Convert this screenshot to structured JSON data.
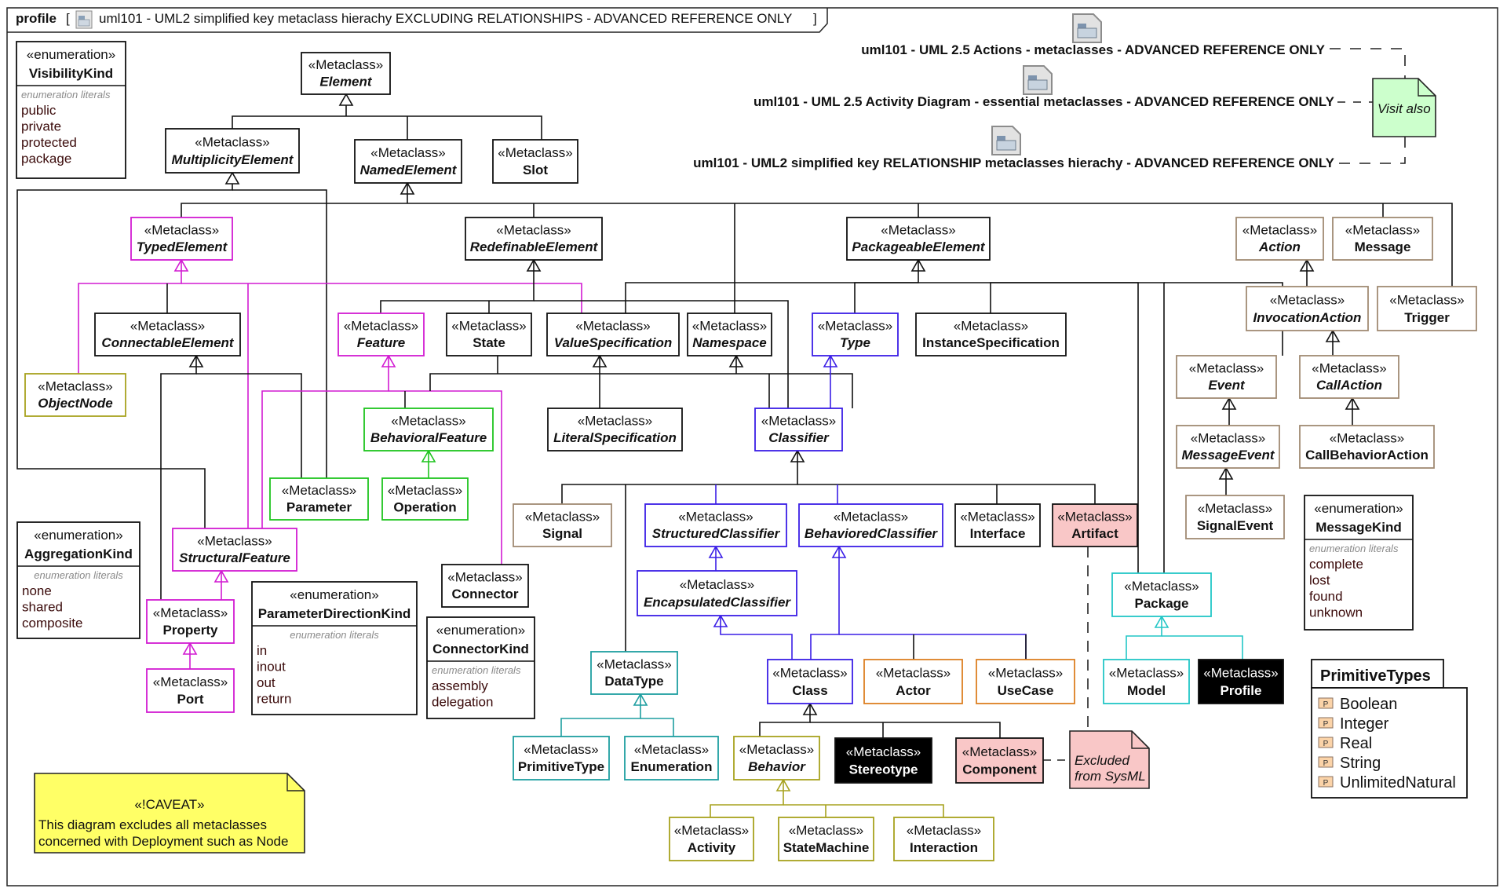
{
  "frame": {
    "kind": "profile",
    "title": "uml101 - UML2 simplified key metaclass hierachy EXCLUDING RELATIONSHIPS - ADVANCED REFERENCE ONLY"
  },
  "colors": {
    "black": "#111111",
    "magenta": "#d21bd2",
    "blue": "#3a1ee6",
    "green": "#1ec41e",
    "cyan": "#22c6c6",
    "teal": "#1e9ea0",
    "olive": "#a7a21e",
    "brown": "#a08a73",
    "orange": "#dc7f22",
    "pink_fill": "#f9c7c7",
    "note_yellow": "#ffff66",
    "note_green": "#ccffcc"
  },
  "diagram_links": [
    {
      "icon": "diagram-link-icon",
      "label": "uml101 - UML 2.5 Actions - metaclasses - ADVANCED REFERENCE ONLY"
    },
    {
      "icon": "diagram-link-icon",
      "label": "uml101 - UML 2.5 Activity Diagram - essential metaclasses - ADVANCED REFERENCE ONLY"
    },
    {
      "icon": "diagram-link-icon",
      "label": "uml101 - UML2 simplified key RELATIONSHIP metaclasses hierachy - ADVANCED REFERENCE ONLY"
    }
  ],
  "notes": {
    "visit_also": "Visit also",
    "excluded": [
      "Excluded",
      "from SysML"
    ],
    "caveat": {
      "stereotype": "«!CAVEAT»",
      "lines": [
        "This diagram excludes all metaclasses",
        "concerned with Deployment such as Node"
      ]
    }
  },
  "stereotypes": {
    "metaclass": "«Metaclass»",
    "enumeration": "«enumeration»",
    "literals_header": "enumeration literals"
  },
  "metaclasses": [
    {
      "id": "Element",
      "abstract": true,
      "color": "black"
    },
    {
      "id": "MultiplicityElement",
      "abstract": true,
      "color": "black"
    },
    {
      "id": "NamedElement",
      "abstract": true,
      "color": "black"
    },
    {
      "id": "Slot",
      "abstract": false,
      "color": "black"
    },
    {
      "id": "TypedElement",
      "abstract": true,
      "color": "magenta"
    },
    {
      "id": "RedefinableElement",
      "abstract": true,
      "color": "black"
    },
    {
      "id": "PackageableElement",
      "abstract": true,
      "color": "black"
    },
    {
      "id": "Action",
      "abstract": true,
      "color": "brown"
    },
    {
      "id": "Message",
      "abstract": false,
      "color": "brown"
    },
    {
      "id": "ConnectableElement",
      "abstract": true,
      "color": "black"
    },
    {
      "id": "Feature",
      "abstract": true,
      "color": "magenta"
    },
    {
      "id": "State",
      "abstract": false,
      "color": "black"
    },
    {
      "id": "ValueSpecification",
      "abstract": true,
      "color": "black"
    },
    {
      "id": "Namespace",
      "abstract": true,
      "color": "black"
    },
    {
      "id": "Type",
      "abstract": true,
      "color": "blue"
    },
    {
      "id": "InstanceSpecification",
      "abstract": false,
      "color": "black"
    },
    {
      "id": "InvocationAction",
      "abstract": true,
      "color": "brown"
    },
    {
      "id": "Trigger",
      "abstract": false,
      "color": "brown"
    },
    {
      "id": "ObjectNode",
      "abstract": true,
      "color": "olive"
    },
    {
      "id": "BehavioralFeature",
      "abstract": true,
      "color": "green"
    },
    {
      "id": "LiteralSpecification",
      "abstract": true,
      "color": "black"
    },
    {
      "id": "Classifier",
      "abstract": true,
      "color": "blue"
    },
    {
      "id": "Event",
      "abstract": true,
      "color": "brown"
    },
    {
      "id": "CallAction",
      "abstract": true,
      "color": "brown"
    },
    {
      "id": "MessageEvent",
      "abstract": true,
      "color": "brown"
    },
    {
      "id": "CallBehaviorAction",
      "abstract": false,
      "color": "brown"
    },
    {
      "id": "Parameter",
      "abstract": false,
      "color": "green"
    },
    {
      "id": "Operation",
      "abstract": false,
      "color": "green"
    },
    {
      "id": "SignalEvent",
      "abstract": false,
      "color": "brown"
    },
    {
      "id": "StructuralFeature",
      "abstract": true,
      "color": "magenta"
    },
    {
      "id": "Signal",
      "abstract": false,
      "color": "brown"
    },
    {
      "id": "StructuredClassifier",
      "abstract": true,
      "color": "blue"
    },
    {
      "id": "BehavioredClassifier",
      "abstract": true,
      "color": "blue"
    },
    {
      "id": "Interface",
      "abstract": false,
      "color": "black"
    },
    {
      "id": "Artifact",
      "abstract": false,
      "color": "black",
      "fill": "pink"
    },
    {
      "id": "Connector",
      "abstract": false,
      "color": "black"
    },
    {
      "id": "EncapsulatedClassifier",
      "abstract": true,
      "color": "blue"
    },
    {
      "id": "Package",
      "abstract": false,
      "color": "cyan"
    },
    {
      "id": "Property",
      "abstract": false,
      "color": "magenta"
    },
    {
      "id": "DataType",
      "abstract": false,
      "color": "teal"
    },
    {
      "id": "Class",
      "abstract": false,
      "color": "blue"
    },
    {
      "id": "Actor",
      "abstract": false,
      "color": "orange"
    },
    {
      "id": "UseCase",
      "abstract": false,
      "color": "orange"
    },
    {
      "id": "Model",
      "abstract": false,
      "color": "cyan"
    },
    {
      "id": "Profile",
      "abstract": false,
      "color": "black",
      "fill": "black"
    },
    {
      "id": "Port",
      "abstract": false,
      "color": "magenta"
    },
    {
      "id": "PrimitiveType",
      "abstract": false,
      "color": "teal"
    },
    {
      "id": "Enumeration",
      "abstract": false,
      "color": "teal"
    },
    {
      "id": "Behavior",
      "abstract": true,
      "color": "olive"
    },
    {
      "id": "Stereotype",
      "abstract": false,
      "color": "black",
      "fill": "black"
    },
    {
      "id": "Component",
      "abstract": false,
      "color": "black",
      "fill": "pink"
    },
    {
      "id": "Activity",
      "abstract": false,
      "color": "olive"
    },
    {
      "id": "StateMachine",
      "abstract": false,
      "color": "olive"
    },
    {
      "id": "Interaction",
      "abstract": false,
      "color": "olive"
    }
  ],
  "enumerations": [
    {
      "id": "VisibilityKind",
      "literals": [
        "public",
        "private",
        "protected",
        "package"
      ]
    },
    {
      "id": "AggregationKind",
      "literals": [
        "none",
        "shared",
        "composite"
      ]
    },
    {
      "id": "ParameterDirectionKind",
      "literals": [
        "in",
        "inout",
        "out",
        "return"
      ]
    },
    {
      "id": "ConnectorKind",
      "literals": [
        "assembly",
        "delegation"
      ]
    },
    {
      "id": "MessageKind",
      "literals": [
        "complete",
        "lost",
        "found",
        "unknown"
      ]
    }
  ],
  "primitive_types": {
    "title": "PrimitiveTypes",
    "icon": "primitive-type-icon",
    "icon_glyph": "P",
    "items": [
      "Boolean",
      "Integer",
      "Real",
      "String",
      "UnlimitedNatural"
    ]
  }
}
